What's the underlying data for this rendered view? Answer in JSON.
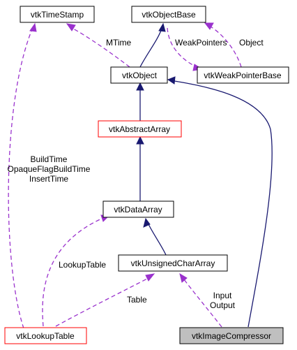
{
  "colors": {
    "inherit_edge": "#191970",
    "usage_edge": "#9a32cd",
    "node_border": "#000000",
    "node_border_highlight": "#ff0000",
    "focus_fill": "#bfbfbf"
  },
  "nodes": {
    "timestamp": "vtkTimeStamp",
    "objectbase": "vtkObjectBase",
    "object": "vtkObject",
    "weakptrbase": "vtkWeakPointerBase",
    "abstractarray": "vtkAbstractArray",
    "dataarray": "vtkDataArray",
    "uchararray": "vtkUnsignedCharArray",
    "lookuptable": "vtkLookupTable",
    "compressor": "vtkImageCompressor"
  },
  "edge_labels": {
    "mtime": "MTime",
    "weakpointers": "WeakPointers",
    "object": "Object",
    "buildtime": "BuildTime",
    "opaqueflag": "OpaqueFlagBuildTime",
    "inserttime": "InsertTime",
    "lookuptable": "LookupTable",
    "table": "Table",
    "input": "Input",
    "output": "Output"
  }
}
